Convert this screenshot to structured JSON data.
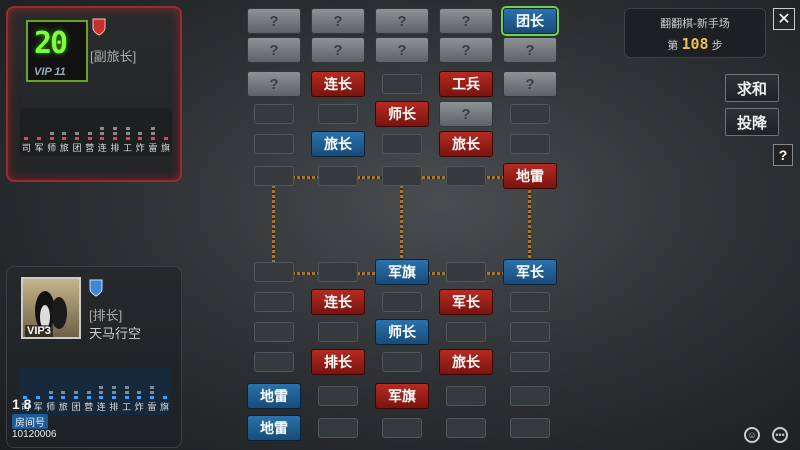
{
  "opponent": {
    "level": "20",
    "vip": "VIP 11",
    "rank": "[副旅长]"
  },
  "me": {
    "vip": "VIP3",
    "rank": "[排长]",
    "name": "天马行空"
  },
  "legend_labels": [
    "司",
    "军",
    "师",
    "旅",
    "团",
    "营",
    "连",
    "排",
    "工",
    "炸",
    "雷",
    "旗"
  ],
  "game_info": {
    "title": "翻翻棋-新手场",
    "step_prefix": "第",
    "step_num": "108",
    "step_suffix": "步"
  },
  "buttons": {
    "draw": "求和",
    "surrender": "投降",
    "help": "?",
    "close": "✕"
  },
  "room": {
    "label": "房间号",
    "id": "10120006",
    "logo": "1 8"
  },
  "board": {
    "hidden_label": "?",
    "pieces": [
      {
        "r": 0,
        "c": 0,
        "t": "grey",
        "l": "?"
      },
      {
        "r": 0,
        "c": 1,
        "t": "grey",
        "l": "?"
      },
      {
        "r": 0,
        "c": 2,
        "t": "grey",
        "l": "?"
      },
      {
        "r": 0,
        "c": 3,
        "t": "grey",
        "l": "?"
      },
      {
        "r": 0,
        "c": 4,
        "t": "blue",
        "l": "团长",
        "hl": true
      },
      {
        "r": 1,
        "c": 0,
        "t": "grey",
        "l": "?"
      },
      {
        "r": 1,
        "c": 1,
        "t": "grey",
        "l": "?"
      },
      {
        "r": 1,
        "c": 2,
        "t": "grey",
        "l": "?"
      },
      {
        "r": 1,
        "c": 3,
        "t": "grey",
        "l": "?"
      },
      {
        "r": 1,
        "c": 4,
        "t": "grey",
        "l": "?"
      },
      {
        "r": 2,
        "c": 0,
        "t": "grey",
        "l": "?"
      },
      {
        "r": 2,
        "c": 1,
        "t": "red",
        "l": "连长"
      },
      {
        "r": 2,
        "c": 3,
        "t": "red",
        "l": "工兵"
      },
      {
        "r": 2,
        "c": 4,
        "t": "grey",
        "l": "?"
      },
      {
        "r": 3,
        "c": 2,
        "t": "red",
        "l": "师长"
      },
      {
        "r": 3,
        "c": 3,
        "t": "grey",
        "l": "?"
      },
      {
        "r": 4,
        "c": 1,
        "t": "blue",
        "l": "旅长"
      },
      {
        "r": 4,
        "c": 3,
        "t": "red",
        "l": "旅长"
      },
      {
        "r": 5,
        "c": 4,
        "t": "red",
        "l": "地雷"
      },
      {
        "r": 6,
        "c": 2,
        "t": "blue",
        "l": "军旗"
      },
      {
        "r": 6,
        "c": 4,
        "t": "blue",
        "l": "军长"
      },
      {
        "r": 7,
        "c": 1,
        "t": "red",
        "l": "连长"
      },
      {
        "r": 7,
        "c": 3,
        "t": "red",
        "l": "军长"
      },
      {
        "r": 8,
        "c": 2,
        "t": "blue",
        "l": "师长"
      },
      {
        "r": 9,
        "c": 1,
        "t": "red",
        "l": "排长"
      },
      {
        "r": 9,
        "c": 3,
        "t": "red",
        "l": "旅长"
      },
      {
        "r": 10,
        "c": 0,
        "t": "blue",
        "l": "地雷"
      },
      {
        "r": 10,
        "c": 2,
        "t": "red",
        "l": "军旗"
      },
      {
        "r": 11,
        "c": 0,
        "t": "blue",
        "l": "地雷"
      }
    ]
  },
  "colors": {
    "red_piece": "#b42c22",
    "blue_piece": "#2a72ad",
    "hidden_piece": "#8d9294",
    "opponent_frame": "#9b2a2a",
    "level_green": "#7dff3b"
  }
}
